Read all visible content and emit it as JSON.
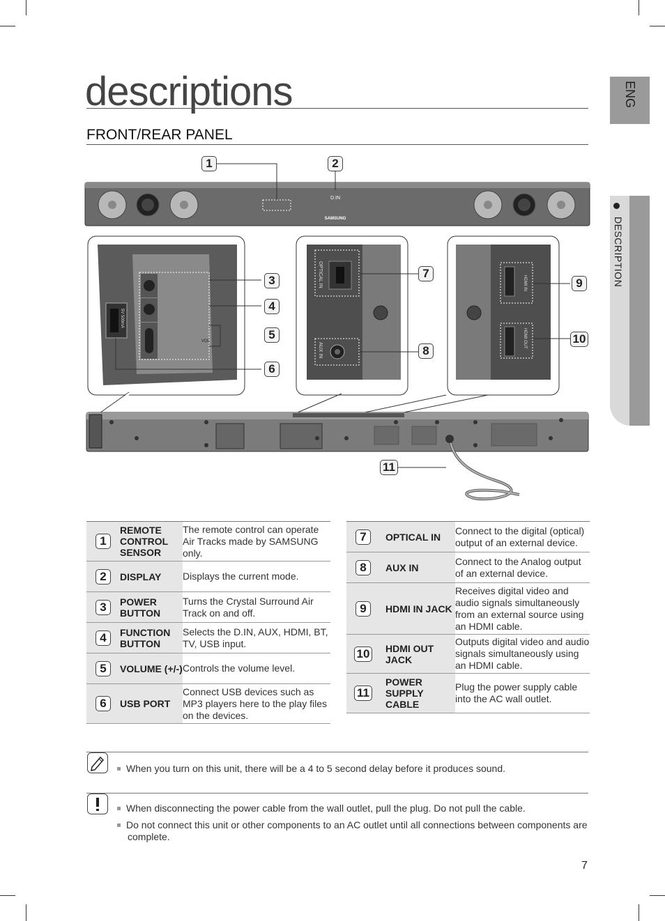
{
  "header": {
    "title": "descriptions",
    "section": "FRONT/REAR PANEL",
    "lang_tab": "ENG",
    "side_tab": "DESCRIPTION"
  },
  "device_labels": {
    "din": "D.IN",
    "brand": "SAMSUNG",
    "optical_in": "OPTICAL IN",
    "aux_in": "AUX IN",
    "hdmi_in": "HDMI IN",
    "hdmi_out": "HDMI OUT",
    "vol": "VOL",
    "usb_rating": "5V 500mA"
  },
  "callouts": [
    "1",
    "2",
    "3",
    "4",
    "5",
    "6",
    "7",
    "8",
    "9",
    "10",
    "11"
  ],
  "left_table": [
    {
      "num": "1",
      "name": "REMOTE CONTROL SENSOR",
      "desc": "The remote control can operate Air Tracks made by SAMSUNG only."
    },
    {
      "num": "2",
      "name": "DISPLAY",
      "desc": "Displays the current mode."
    },
    {
      "num": "3",
      "name": "POWER BUTTON",
      "desc": "Turns the Crystal Surround Air Track on and off."
    },
    {
      "num": "4",
      "name": "FUNCTION BUTTON",
      "desc": "Selects the D.IN, AUX, HDMI, BT, TV, USB input."
    },
    {
      "num": "5",
      "name": "VOLUME (+/-)",
      "desc": "Controls the volume level."
    },
    {
      "num": "6",
      "name": "USB PORT",
      "desc": "Connect USB devices such as MP3 players here to the play files on the devices."
    }
  ],
  "right_table": [
    {
      "num": "7",
      "name": "OPTICAL IN",
      "desc": "Connect to the digital (optical) output of an external device."
    },
    {
      "num": "8",
      "name": "AUX IN",
      "desc": "Connect to the Analog output of an external device."
    },
    {
      "num": "9",
      "name": "HDMI IN JACK",
      "desc": "Receives digital video and audio signals simultaneously from an external source using an HDMI cable."
    },
    {
      "num": "10",
      "name": "HDMI OUT JACK",
      "desc": "Outputs digital video and audio signals simultaneously using an HDMI cable."
    },
    {
      "num": "11",
      "name": "POWER SUPPLY CABLE",
      "desc": "Plug the power supply cable into the AC wall outlet."
    }
  ],
  "notes": {
    "note": "When you turn on this unit, there will be a 4 to 5 second delay before it produces sound.",
    "caution": [
      "When disconnecting the power cable from the wall outlet, pull the plug. Do not pull the cable.",
      "Do not connect this unit or other components to an AC outlet until all connections between components are complete."
    ]
  },
  "page_number": "7",
  "icons": [
    "note-pencil-icon",
    "caution-exclamation-icon"
  ]
}
